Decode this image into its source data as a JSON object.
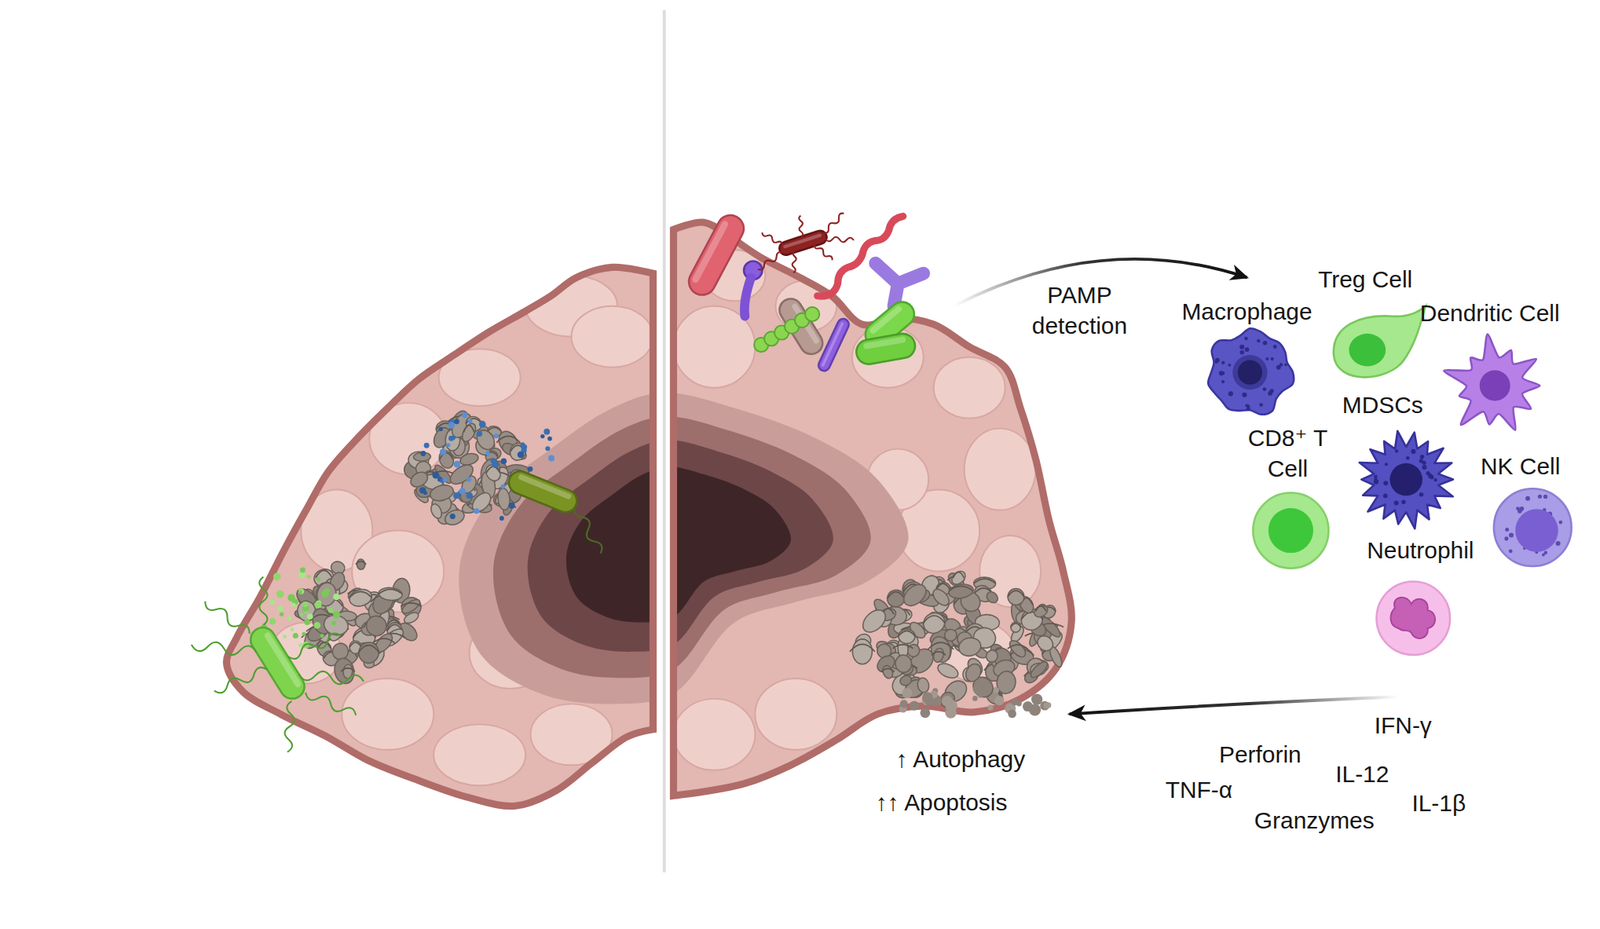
{
  "diagram": {
    "nodes": [
      {
        "text": [
          "Treg Cell"
        ]
      },
      {
        "text": [
          "Macrophage"
        ]
      },
      {
        "text": [
          "Dendritic Cell"
        ]
      },
      {
        "text": [
          "CD8⁺ T Cell"
        ]
      },
      {
        "text": [
          "MDSCs"
        ]
      },
      {
        "text": [
          "NK Cell"
        ]
      },
      {
        "text": [
          "Neutrophil"
        ]
      }
    ],
    "labels": [
      "PAMP detection",
      "IFN-γ",
      "Perforin",
      "IL-12",
      "TNF-α",
      "IL-1β",
      "Granzymes",
      "↑ Autophagy",
      "↑↑ Apoptosis"
    ]
  }
}
